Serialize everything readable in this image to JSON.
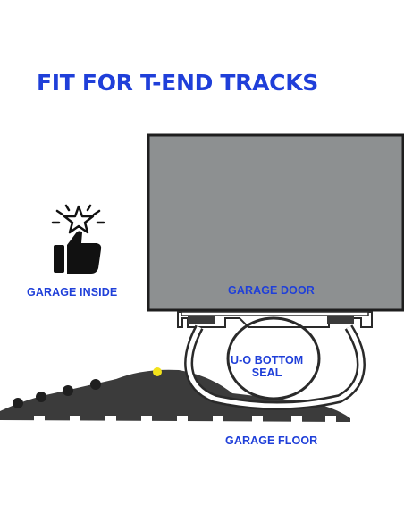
{
  "heading": "FIT FOR T-END TRACKS",
  "labels": {
    "garage_inside": "GARAGE INSIDE",
    "garage_door": "GARAGE DOOR",
    "seal_line1": "U-O BOTTOM",
    "seal_line2": "SEAL",
    "garage_floor": "GARAGE FLOOR"
  },
  "icons": {
    "thumbs_up": "thumbs-up-star-icon"
  },
  "colors": {
    "label_blue": "#1f3fd9",
    "door_gray": "#8d9091",
    "outline_dark": "#2a2a2a",
    "threshold_dark": "#3b3b3b",
    "accent_yellow": "#f2e21a"
  }
}
